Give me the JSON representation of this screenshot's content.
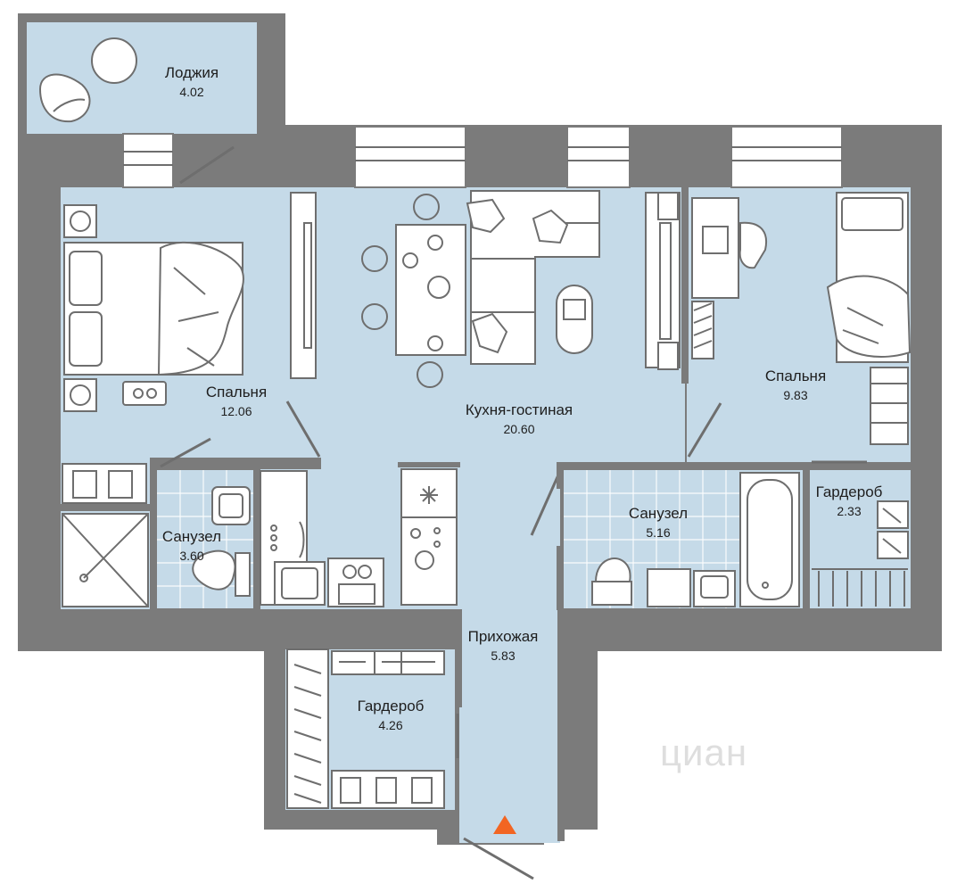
{
  "rooms": {
    "loggia": {
      "name": "Лоджия",
      "area": "4.02"
    },
    "bedroom1": {
      "name": "Спальня",
      "area": "12.06"
    },
    "kitchen": {
      "name": "Кухня-гостиная",
      "area": "20.60"
    },
    "bedroom2": {
      "name": "Спальня",
      "area": "9.83"
    },
    "bath1": {
      "name": "Санузел",
      "area": "3.60"
    },
    "bath2": {
      "name": "Санузел",
      "area": "5.16"
    },
    "wardrobe1": {
      "name": "Гардероб",
      "area": "2.33"
    },
    "hallway": {
      "name": "Прихожая",
      "area": "5.83"
    },
    "wardrobe2": {
      "name": "Гардероб",
      "area": "4.26"
    }
  },
  "watermark": "циан",
  "colors": {
    "floor": "#c5dae8",
    "wall": "#7b7b7b",
    "entrance_marker": "#f26522"
  }
}
